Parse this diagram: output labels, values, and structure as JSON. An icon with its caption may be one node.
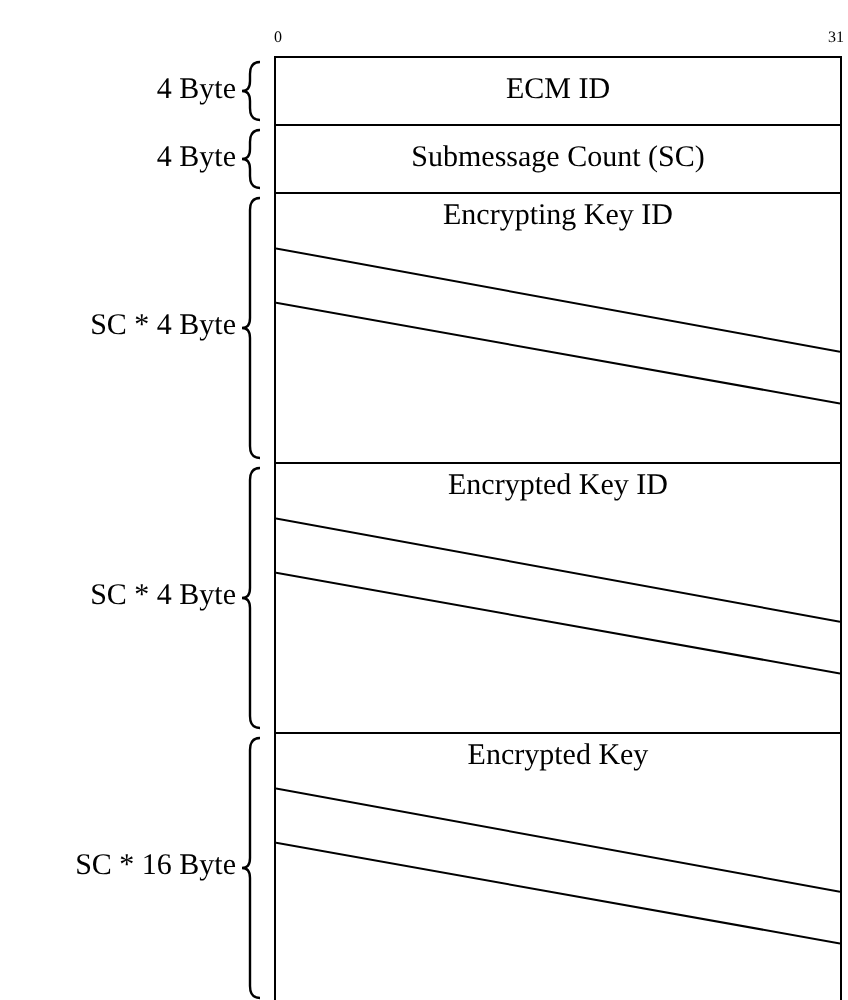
{
  "diagram": {
    "nodes": [
      {
        "text": [
          "ECM ID"
        ],
        "beside": [
          "4 Byte"
        ]
      },
      {
        "text": [
          "Submessage Count (SC)"
        ],
        "beside": [
          "4 Byte"
        ]
      },
      {
        "text": [
          "Encrypting Key ID"
        ],
        "beside": [
          "SC * 4 Byte"
        ]
      },
      {
        "text": [
          "Encrypted Key ID"
        ],
        "beside": [
          "SC * 4 Byte"
        ]
      },
      {
        "text": [
          "Encrypted Key"
        ],
        "beside": [
          "SC * 16 Byte"
        ]
      }
    ],
    "labels": [
      "0",
      "31"
    ]
  }
}
